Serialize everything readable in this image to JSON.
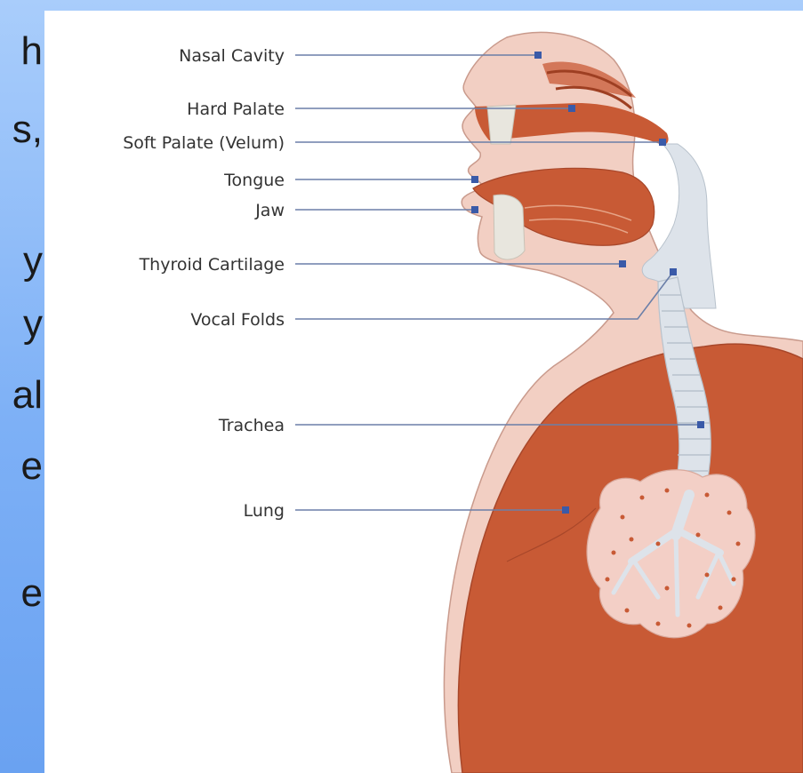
{
  "slide_text_fragments": [
    "h",
    "s,",
    "y",
    "y",
    "al",
    "e",
    "e"
  ],
  "colors": {
    "background_blue": "#7db0f6",
    "skin": "#f2cfc3",
    "tissue": "#c85a35",
    "cartilage": "#dde3ea",
    "leader_line": "#6b7fa8",
    "marker": "#3a5aa8"
  },
  "labels": [
    {
      "key": "nasal_cavity",
      "text": "Nasal Cavity"
    },
    {
      "key": "hard_palate",
      "text": "Hard Palate"
    },
    {
      "key": "soft_palate",
      "text": "Soft Palate (Velum)"
    },
    {
      "key": "tongue",
      "text": "Tongue"
    },
    {
      "key": "jaw",
      "text": "Jaw"
    },
    {
      "key": "thyroid_cartilage",
      "text": "Thyroid Cartilage"
    },
    {
      "key": "vocal_folds",
      "text": "Vocal Folds"
    },
    {
      "key": "trachea",
      "text": "Trachea"
    },
    {
      "key": "lung",
      "text": "Lung"
    }
  ]
}
